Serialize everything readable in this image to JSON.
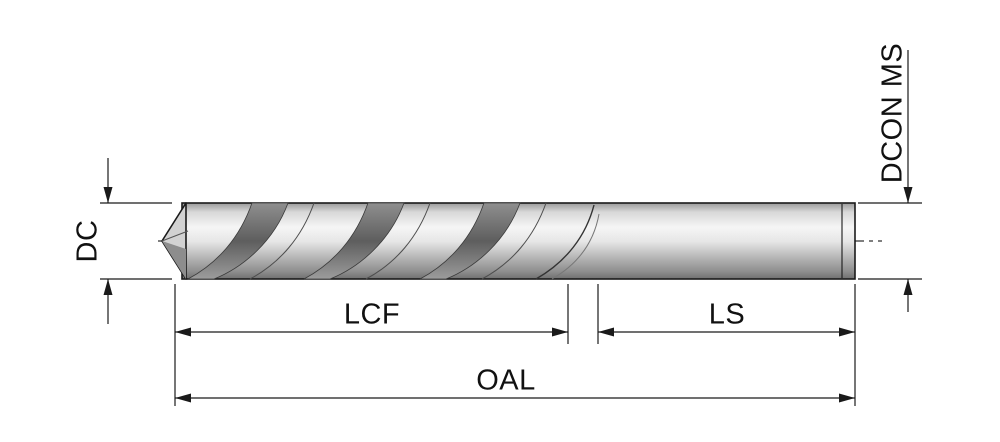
{
  "diagram": {
    "labels": {
      "cutting_diameter": "DC",
      "connection_diameter": "DCON MS",
      "flute_length": "LCF",
      "shank_length": "LS",
      "overall_length": "OAL"
    },
    "colors": {
      "background": "#ffffff",
      "line": "#1a1a1a",
      "metal_light": "#f4f4f4",
      "metal_dark": "#737373"
    }
  }
}
